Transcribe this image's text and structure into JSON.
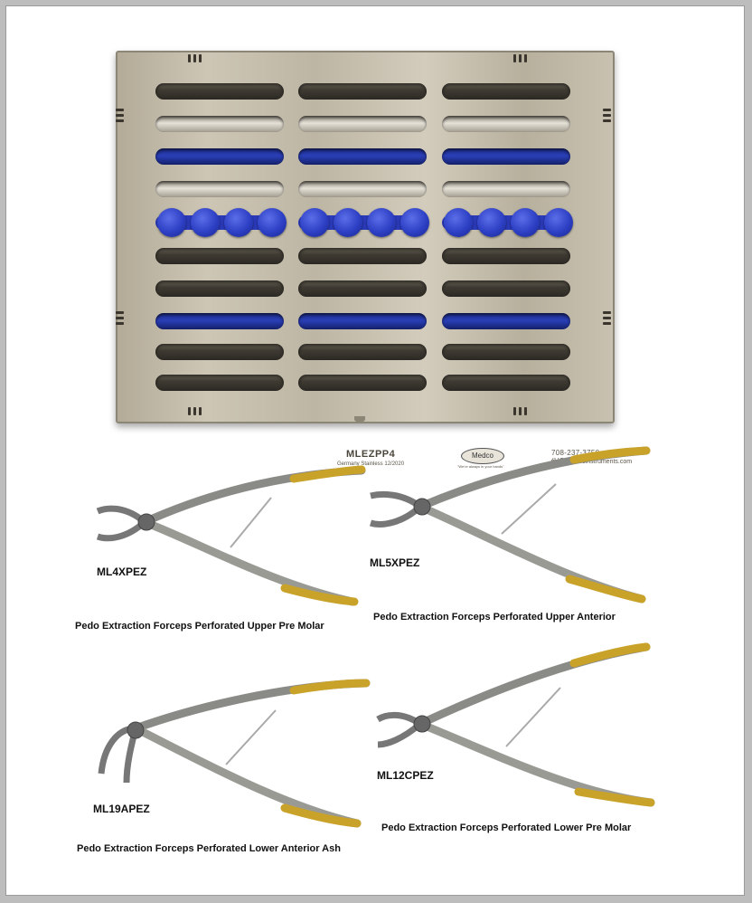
{
  "cassette": {
    "model": "MLEZPP4",
    "stainless_text": "Germany Stainless 12/2020",
    "brand": "Medco",
    "tagline": "\"We're always in your hands\"",
    "phone": "708-237-3750 (USA)",
    "website": "www.medcoinstruments.com",
    "accent_color": "#2d3fc4"
  },
  "instruments": [
    {
      "code": "ML4XPEZ",
      "description": "Pedo Extraction Forceps Perforated Upper Pre Molar"
    },
    {
      "code": "ML5XPEZ",
      "description": "Pedo Extraction Forceps Perforated Upper Anterior"
    },
    {
      "code": "ML19APEZ",
      "description": "Pedo Extraction Forceps Perforated Lower Anterior Ash"
    },
    {
      "code": "ML12CPEZ",
      "description": "Pedo Extraction Forceps Perforated Lower Pre Molar"
    }
  ]
}
